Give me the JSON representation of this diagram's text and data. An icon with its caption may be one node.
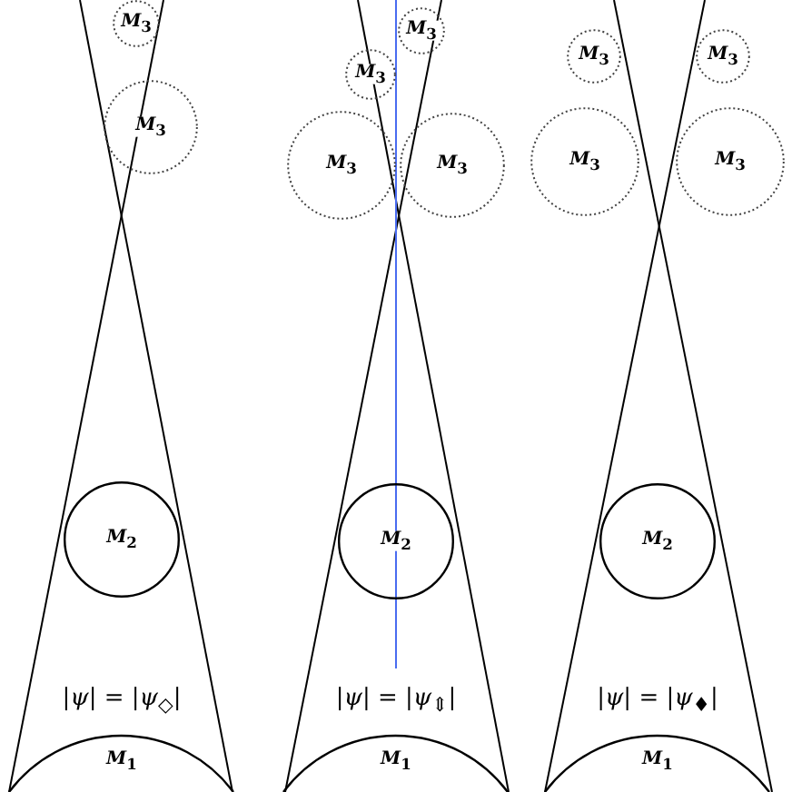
{
  "diagram": {
    "nodes": [
      {
        "text": [
          "*M*$_{3}$"
        ]
      },
      {
        "text": [
          "*M*$_{3}$"
        ]
      },
      {
        "text": [
          "*M*$_{2}$"
        ]
      },
      {
        "text": [
          "*M*$_{1}$"
        ]
      },
      {
        "text": [
          "*M*$_{3}$"
        ]
      },
      {
        "text": [
          "*M*$_{3}$"
        ]
      },
      {
        "text": [
          "*M*$_{3}$"
        ]
      },
      {
        "text": [
          "*M*$_{3}$"
        ]
      },
      {
        "text": [
          "*M*$_{2}$"
        ]
      },
      {
        "text": [
          "*M*$_{1}$"
        ]
      },
      {
        "text": [
          "*M*$_{3}$"
        ]
      },
      {
        "text": [
          "*M*$_{3}$"
        ]
      },
      {
        "text": [
          "*M*$_{3}$"
        ]
      },
      {
        "text": [
          "*M*$_{3}$"
        ]
      },
      {
        "text": [
          "*M*$_{2}$"
        ]
      },
      {
        "text": [
          "*M*$_{1}$"
        ]
      }
    ],
    "labels": [
      "|*ψ*| = |*ψ*$_{◇}$|",
      "|*ψ*| = |*ψ*$_{⇕}$|",
      "|*ψ*| = |*ψ*$_{♦}$|"
    ]
  }
}
